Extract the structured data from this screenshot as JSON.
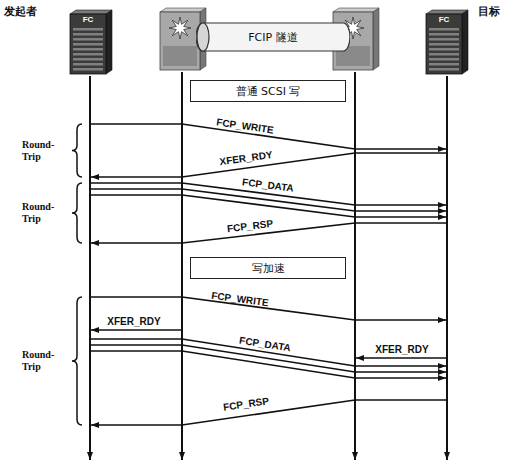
{
  "diagram": {
    "nodes": [
      {
        "text": [
          "发起者",
          "FC"
        ]
      },
      {
        "text": [
          "FCIP 隧道"
        ]
      },
      {
        "text": [
          "目标",
          "FC"
        ]
      },
      {
        "text": [
          "普通 SCSI 写"
        ]
      },
      {
        "text": [
          "写加速"
        ]
      }
    ],
    "labels": [
      "FCP_WRITE",
      "Round- Trip",
      "XFER_RDY",
      "FCP_DATA",
      "Round- Trip",
      "FCP_RSP",
      "FCP_WRITE",
      "XFER_RDY",
      "FCP_DATA",
      "Round- Trip",
      "XFER_RDY",
      "FCP_RSP"
    ]
  }
}
